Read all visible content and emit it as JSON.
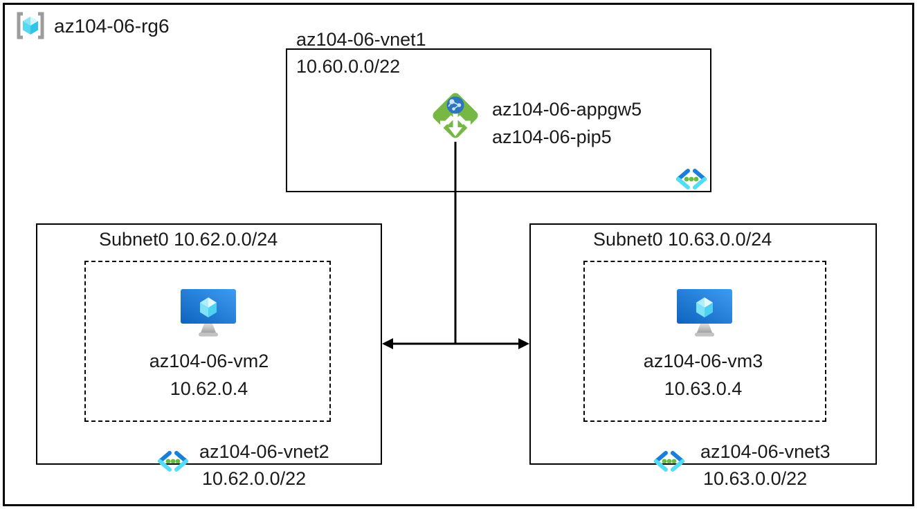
{
  "resource_group": {
    "label": "az104-06-rg6",
    "icon": "resource-group-icon"
  },
  "vnet1": {
    "name": "az104-06-vnet1",
    "cidr": "10.60.0.0/22",
    "app_gateway": {
      "name": "az104-06-appgw5",
      "public_ip": "az104-06-pip5",
      "icon": "application-gateway-icon"
    },
    "icon": "virtual-network-icon"
  },
  "subnet_left": {
    "title": "Subnet0 10.62.0.0/24",
    "vm": {
      "name": "az104-06-vm2",
      "ip": "10.62.0.4",
      "icon": "virtual-machine-icon"
    },
    "vnet": {
      "name": "az104-06-vnet2",
      "cidr": "10.62.0.0/22",
      "icon": "virtual-network-icon"
    }
  },
  "subnet_right": {
    "title": "Subnet0 10.63.0.0/24",
    "vm": {
      "name": "az104-06-vm3",
      "ip": "10.63.0.4",
      "icon": "virtual-machine-icon"
    },
    "vnet": {
      "name": "az104-06-vnet3",
      "cidr": "10.63.0.0/22",
      "icon": "virtual-network-icon"
    }
  },
  "connectors": {
    "appgw_to_subnets": "vertical-line",
    "subnet_peering": "double-headed-arrow"
  },
  "colors": {
    "border": "#000000",
    "appgw_green": "#76b843",
    "globe_blue": "#2d75bd",
    "vm_screen_dark": "#0e63be",
    "vm_screen_light": "#3e9bf0",
    "cube_cyan_light": "#d6f6fc",
    "cube_cyan_mid": "#8ae4f6",
    "cube_cyan_deep": "#2fc5e8",
    "vnet_dark_blue": "#1b7fd9",
    "vnet_light_blue": "#55dcf9",
    "vnet_dot_green": "#68bb43",
    "bracket_gray": "#9c9c9c"
  }
}
